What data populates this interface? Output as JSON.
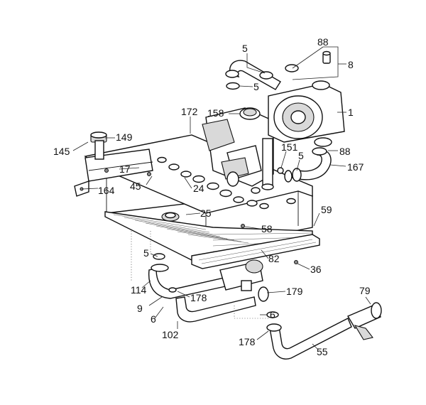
{
  "callouts": {
    "c1": "5",
    "c2": "88",
    "c3": "8",
    "c4": "5",
    "c5": "1",
    "c6": "172",
    "c7": "158",
    "c8": "145",
    "c9": "149",
    "c10": "151",
    "c11": "5",
    "c12": "88",
    "c13": "167",
    "c14": "17",
    "c15": "164",
    "c16": "45",
    "c17": "24",
    "c18": "25",
    "c19": "59",
    "c20": "58",
    "c21": "5",
    "c22": "82",
    "c23": "36",
    "c24": "114",
    "c25": "178",
    "c26": "179",
    "c27": "79",
    "c28": "9",
    "c29": "6",
    "c30": "6",
    "c31": "102",
    "c32": "178",
    "c33": "55"
  }
}
